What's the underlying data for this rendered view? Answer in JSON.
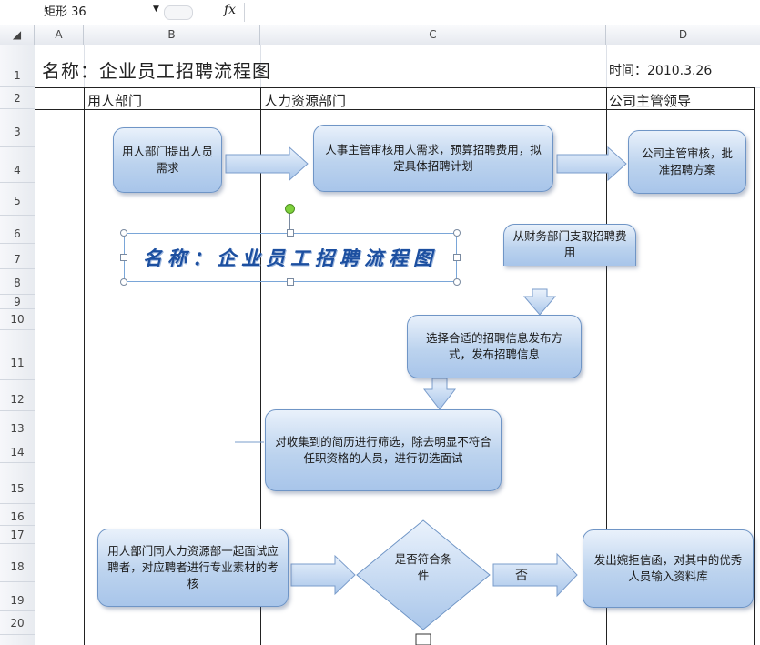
{
  "formula_bar": {
    "name_box": "矩形 36",
    "fx": "fx"
  },
  "columns": [
    "A",
    "B",
    "C",
    "D"
  ],
  "rows": [
    "1",
    "2",
    "3",
    "4",
    "5",
    "6",
    "7",
    "8",
    "9",
    "10",
    "11",
    "12",
    "13",
    "14",
    "15",
    "16",
    "17",
    "18",
    "19",
    "20"
  ],
  "sheet": {
    "title": "名称：企业员工招聘流程图",
    "date": "时间：2010.3.26",
    "lanes": [
      "用人部门",
      "人力资源部门",
      "公司主管领导"
    ]
  },
  "wordart": "名称：企业员工招聘流程图",
  "flow": {
    "step1": "用人部门提出人员需求",
    "step2": "人事主管审核用人需求，预算招聘费用，拟定具体招聘计划",
    "step3": "公司主管审核，批准招聘方案",
    "step4": "从财务部门支取招聘费用",
    "step5": "选择合适的招聘信息发布方式，发布招聘信息",
    "step6": "对收集到的简历进行筛选，除去明显不符合任职资格的人员，进行初选面试",
    "step7": "用人部门同人力资源部一起面试应聘者，对应聘者进行专业素材的考核",
    "decision": "是否符合条件",
    "no_label": "否",
    "step8": "发出婉拒信函，对其中的优秀人员输入资料库"
  },
  "colors": {
    "box_border": "#6f95c6",
    "box_fill": "#bcd3ee",
    "wordart": "#1c4fa0"
  }
}
